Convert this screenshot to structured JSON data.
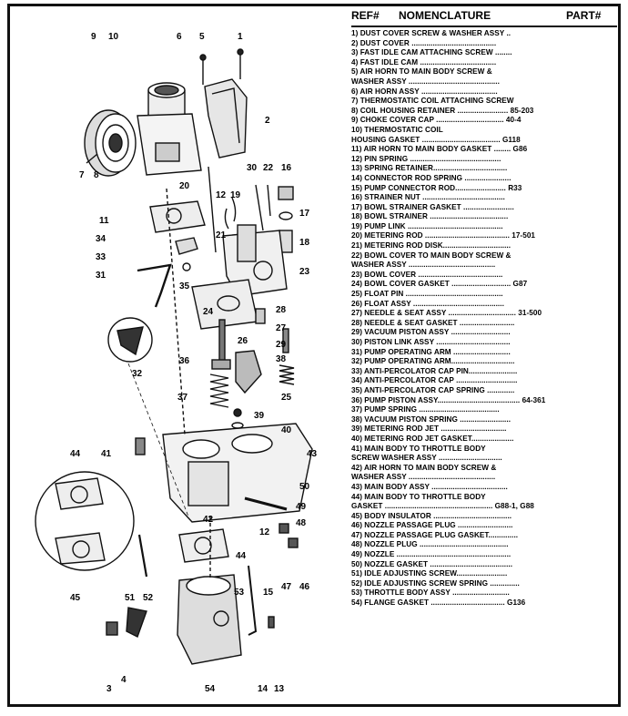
{
  "header": {
    "ref": "REF#",
    "nomenclature": "NOMENCLATURE",
    "part": "PART#"
  },
  "parts": [
    "1) DUST COVER SCREW & WASHER ASSY ..",
    "2) DUST COVER ........................................",
    "3) FAST IDLE CAM ATTACHING SCREW ........",
    "4) FAST IDLE CAM ....................................",
    "5) AIR HORN TO MAIN BODY SCREW &",
    "WASHER ASSY ...........................................",
    "6) AIR HORN ASSY ....................................",
    "7) THERMOSTATIC COIL ATTACHING SCREW",
    "8) COIL HOUSING RETAINER ........................ 85-203",
    "9) CHOKE COVER CAP ................................ 40-4",
    "10) THERMOSTATIC COIL",
    "HOUSING GASKET ..................................... G118",
    "11) AIR HORN TO MAIN BODY GASKET ........ G86",
    "12) PIN SPRING ...........................................",
    "13) SPRING RETAINER...................................",
    "14) CONNECTOR ROD SPRING ......................",
    "15) PUMP CONNECTOR ROD........................ R33",
    "16) STRAINER NUT .......................................",
    "17) BOWL STRAINER GASKET ........................",
    "18) BOWL STRAINER .....................................",
    "19) PUMP LINK .............................................",
    "20) METERING ROD ........................................ 17-501",
    "21) METERING ROD DISK................................",
    "22) BOWL COVER TO MAIN BODY SCREW &",
    "WASHER ASSY .........................................",
    "23) BOWL COVER ........................................",
    "24) BOWL COVER GASKET ............................ G87",
    "25) FLOAT PIN ..............................................",
    "26) FLOAT ASSY ...........................................",
    "27) NEEDLE & SEAT ASSY ................................ 31-500",
    "28) NEEDLE & SEAT GASKET ..........................",
    "29) VACUUM PISTON ASSY ............................",
    "30) PISTON LINK ASSY ...................................",
    "31) PUMP OPERATING ARM ...........................",
    "32) PUMP OPERATING ARM..............................",
    "33) ANTI-PERCOLATOR CAP PIN.......................",
    "34) ANTI-PERCOLATOR CAP .............................",
    "35) ANTI-PERCOLATOR CAP SPRING .............",
    "36) PUMP PISTON ASSY....................................... 64-361",
    "37) PUMP SPRING ......................................",
    "38) VACUUM PISTON SPRING ........................",
    "39) METERING ROD JET ...............................",
    "40) METERING ROD JET GASKET....................",
    "41) MAIN BODY TO THROTTLE BODY",
    "SCREW WASHER ASSY ..............................",
    "42) AIR HORN  TO MAIN BODY SCREW &",
    "WASHER ASSY .........................................",
    "43) MAIN BODY ASSY ....................................",
    "44) MAIN BODY TO THROTTLE BODY",
    "GASKET ................................................... G88-1, G88",
    "45) BODY INSULATOR .....................................",
    "46) NOZZLE PASSAGE PLUG ..........................",
    "47) NOZZLE PASSAGE PLUG GASKET..............",
    "48) NOZZLE PLUG ..........................................",
    "49) NOZZLE ......................................................",
    "50) NOZZLE GASKET .......................................",
    "51) IDLE ADJUSTING SCREW........................",
    "52) IDLE ADJUSTING SCREW SPRING ..............",
    "53) THROTTLE BODY ASSY ...........................",
    "54) FLANGE GASKET ................................... G136"
  ],
  "callouts": [
    {
      "id": "c9",
      "text": "9"
    },
    {
      "id": "c10",
      "text": "10"
    },
    {
      "id": "c6",
      "text": "6"
    },
    {
      "id": "c5",
      "text": "5"
    },
    {
      "id": "c1",
      "text": "1"
    },
    {
      "id": "c2",
      "text": "2"
    },
    {
      "id": "c7",
      "text": "7"
    },
    {
      "id": "c8",
      "text": "8"
    },
    {
      "id": "c30",
      "text": "30"
    },
    {
      "id": "c22",
      "text": "22"
    },
    {
      "id": "c16",
      "text": "16"
    },
    {
      "id": "c20",
      "text": "20"
    },
    {
      "id": "c12a",
      "text": "12"
    },
    {
      "id": "c19",
      "text": "19"
    },
    {
      "id": "c17",
      "text": "17"
    },
    {
      "id": "c11",
      "text": "11"
    },
    {
      "id": "c21",
      "text": "21"
    },
    {
      "id": "c18",
      "text": "18"
    },
    {
      "id": "c34",
      "text": "34"
    },
    {
      "id": "c33",
      "text": "33"
    },
    {
      "id": "c23",
      "text": "23"
    },
    {
      "id": "c31",
      "text": "31"
    },
    {
      "id": "c35",
      "text": "35"
    },
    {
      "id": "c28",
      "text": "28"
    },
    {
      "id": "c24",
      "text": "24"
    },
    {
      "id": "c27",
      "text": "27"
    },
    {
      "id": "c26",
      "text": "26"
    },
    {
      "id": "c29",
      "text": "29"
    },
    {
      "id": "c36",
      "text": "36"
    },
    {
      "id": "c38",
      "text": "38"
    },
    {
      "id": "c32",
      "text": "32"
    },
    {
      "id": "c37",
      "text": "37"
    },
    {
      "id": "c25",
      "text": "25"
    },
    {
      "id": "c39",
      "text": "39"
    },
    {
      "id": "c40",
      "text": "40"
    },
    {
      "id": "c44a",
      "text": "44"
    },
    {
      "id": "c41",
      "text": "41"
    },
    {
      "id": "c43",
      "text": "43"
    },
    {
      "id": "c50",
      "text": "50"
    },
    {
      "id": "c49",
      "text": "49"
    },
    {
      "id": "c42",
      "text": "42"
    },
    {
      "id": "c48",
      "text": "48"
    },
    {
      "id": "c12b",
      "text": "12"
    },
    {
      "id": "c44b",
      "text": "44"
    },
    {
      "id": "c47",
      "text": "47"
    },
    {
      "id": "c46",
      "text": "46"
    },
    {
      "id": "c45",
      "text": "45"
    },
    {
      "id": "c51",
      "text": "51"
    },
    {
      "id": "c52",
      "text": "52"
    },
    {
      "id": "c53",
      "text": "53"
    },
    {
      "id": "c15",
      "text": "15"
    },
    {
      "id": "c3",
      "text": "3"
    },
    {
      "id": "c4",
      "text": "4"
    },
    {
      "id": "c54",
      "text": "54"
    },
    {
      "id": "c14",
      "text": "14"
    },
    {
      "id": "c13",
      "text": "13"
    }
  ]
}
